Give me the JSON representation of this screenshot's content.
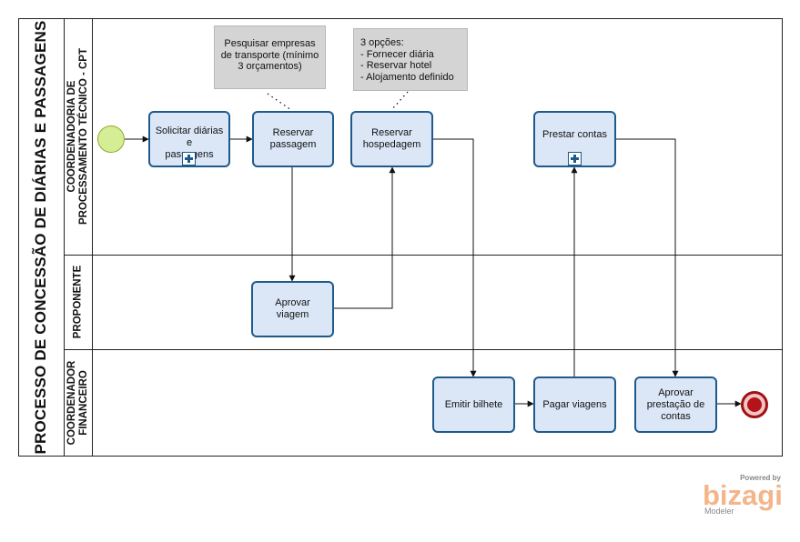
{
  "pool": {
    "title": "PROCESSO DE CONCESSÃO DE DIÁRIAS E PASSAGENS"
  },
  "lanes": [
    {
      "label_line1": "COORDENADORIA DE",
      "label_line2": "PROCESSAMENTO TÉCNICO - CPT"
    },
    {
      "label_line1": "PROPONENTE",
      "label_line2": ""
    },
    {
      "label_line1": "COORDENADOR",
      "label_line2": "FINANCEIRO"
    }
  ],
  "tasks": {
    "solicitar": {
      "line1": "Solicitar diárias e",
      "line2": "passagens",
      "subprocess": true
    },
    "reservar_passagem": {
      "line1": "Reservar",
      "line2": "passagem"
    },
    "reservar_hospedagem": {
      "line1": "Reservar",
      "line2": "hospedagem"
    },
    "prestar_contas": {
      "line1": "Prestar contas",
      "line2": "",
      "subprocess": true
    },
    "aprovar_viagem": {
      "line1": "Aprovar",
      "line2": "viagem"
    },
    "emitir_bilhete": {
      "line1": "Emitir bilhete",
      "line2": ""
    },
    "pagar_viagens": {
      "line1": "Pagar viagens",
      "line2": ""
    },
    "aprovar_prestacao": {
      "line1": "Aprovar",
      "line2": "prestação de",
      "line3": "contas"
    }
  },
  "annotations": {
    "transporte": {
      "lines": [
        "Pesquisar empresas",
        "de transporte (mínimo",
        "3 orçamentos)"
      ]
    },
    "opcoes": {
      "lines": [
        "3 opções:",
        "- Fornecer diária",
        "- Reservar hotel",
        "- Alojamento definido"
      ]
    }
  },
  "events": {
    "start": "start-event",
    "end": "end-event"
  },
  "colors": {
    "task_fill": "#dbe7f7",
    "task_border": "#1e5a8c",
    "start_fill": "#d5ee96",
    "end_fill": "#b3141a",
    "note_fill": "#d4d4d4"
  },
  "branding": {
    "powered_by": "Powered by",
    "brand": "bizagi",
    "product": "Modeler"
  }
}
